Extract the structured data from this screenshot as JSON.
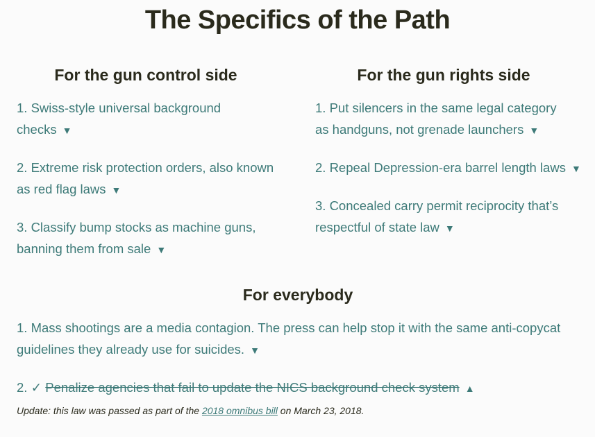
{
  "title": "The Specifics of the Path",
  "control": {
    "heading": "For the gun control side",
    "items": [
      "1. Swiss-style universal background checks",
      "2. Extreme risk protection orders, also known as red flag laws",
      "3. Classify bump stocks as machine guns, banning them from sale"
    ]
  },
  "rights": {
    "heading": "For the gun rights side",
    "items": [
      "1. Put silencers in the same legal category as handguns, not grenade launchers",
      "2. Repeal Depression-era barrel length laws",
      "3. Concealed carry permit reciprocity that’s respectful of state law"
    ]
  },
  "everybody": {
    "heading": "For everybody",
    "items": [
      "1. Mass shootings are a media contagion. The press can help stop it with the same anti-copycat guidelines they already use for suicides."
    ],
    "done_item": {
      "number": "2.",
      "check": "✓",
      "text": "Penalize agencies that fail to update the NICS background check system"
    },
    "update": {
      "prefix": "Update: this law was passed as part of the",
      "link": "2018 omnibus bill",
      "suffix": "on March 23, 2018."
    }
  },
  "arrows": {
    "down": "▼",
    "up": "▲"
  },
  "colors": {
    "accent": "#3d7a78",
    "heading": "#2a2a1c"
  }
}
